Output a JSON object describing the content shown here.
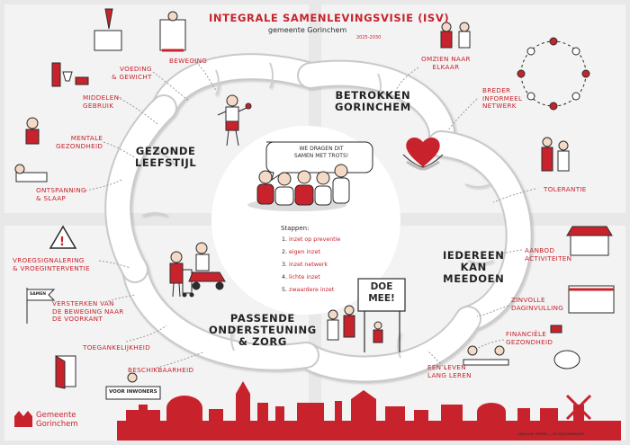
{
  "header": {
    "title": "INTEGRALE SAMENLEVINGSVISIE (ISV)",
    "subtitle": "gemeente Gorinchem",
    "years": "2025-2030"
  },
  "segments": {
    "gezonde": [
      "GEZONDE",
      "LEEFSTIJL"
    ],
    "betrokken": [
      "BETROKKEN",
      "GORINCHEM"
    ],
    "iedereen": [
      "IEDEREEN",
      "KAN",
      "MEEDOEN"
    ],
    "passende": [
      "PASSENDE",
      "ONDERSTEUNING",
      "& ZORG"
    ]
  },
  "center": {
    "speech": [
      "WE DRAGEN DIT",
      "SAMEN MET TROTS!"
    ],
    "steps_title": "Stappen:",
    "steps": [
      {
        "num": "1.",
        "text": "inzet op preventie"
      },
      {
        "num": "2.",
        "text": "eigen inzet"
      },
      {
        "num": "3.",
        "text": "inzet netwerk"
      },
      {
        "num": "4.",
        "text": "lichte inzet"
      },
      {
        "num": "5.",
        "text": "zwaardere inzet"
      }
    ],
    "sign": [
      "DOE",
      "MEE!"
    ]
  },
  "labels": {
    "beweging": "BEWEGING",
    "voeding": [
      "VOEDING",
      "& GEWICHT"
    ],
    "middelen": [
      "MIDDELEN-",
      "GEBRUIK"
    ],
    "mentale": [
      "MENTALE",
      "GEZONDHEID"
    ],
    "ontspanning": [
      "ONTSPANNING",
      "& SLAAP"
    ],
    "omzien": [
      "OMZIEN NAAR",
      "ELKAAR"
    ],
    "breder": [
      "BREDER",
      "INFORMEEL",
      "NETWERK"
    ],
    "tolerantie": "TOLERANTIE",
    "aanbod": [
      "AANBOD",
      "ACTIVITEITEN"
    ],
    "zinvolle": [
      "ZINVOLLE",
      "DAGINVULLING"
    ],
    "financiele": [
      "FINANCIËLE",
      "GEZONDHEID"
    ],
    "leven": [
      "EEN LEVEN",
      "LANG LEREN"
    ],
    "vroeg": [
      "VROEGSIGNALERING",
      "& VROEGINTERVENTIE"
    ],
    "versterken": [
      "VERSTERKEN VAN",
      "DE BEWEGING NAAR",
      "DE VOORKANT"
    ],
    "toegankelijkheid": "TOEGANKELIJKHEID",
    "beschikbaarheid": "BESCHIKBAARHEID",
    "voor_inwoners": "VOOR INWONERS",
    "flag_text": "SAMEN"
  },
  "footer": {
    "logo_line1": "Gemeente",
    "logo_line2": "Gorinchem",
    "credit": "CAROLINE PEPERS — DE BEELDENMAKER"
  },
  "colors": {
    "accent": "#c8232c",
    "ink": "#2b2b2b",
    "background": "#e9e8e8",
    "panel": "#ffffff"
  }
}
